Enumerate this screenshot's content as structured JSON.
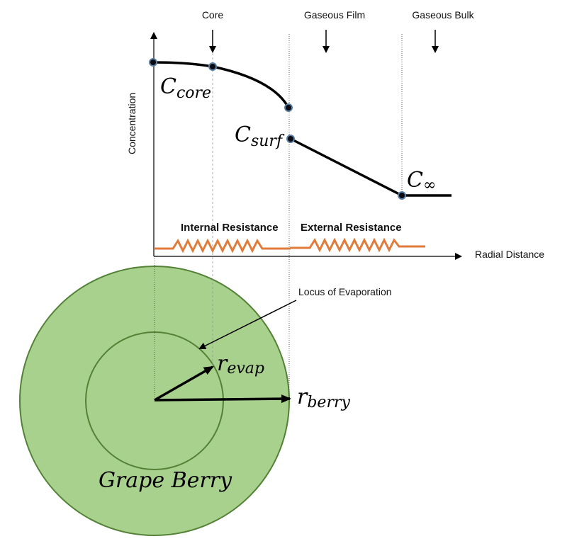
{
  "labels": {
    "core": "Core",
    "gaseous_film": "Gaseous Film",
    "gaseous_bulk": "Gaseous Bulk",
    "y_axis": "Concentration",
    "x_axis": "Radial Distance",
    "internal_resistance": "Internal Resistance",
    "external_resistance": "External Resistance",
    "locus": "Locus of Evaporation",
    "berry": "Grape Berry"
  },
  "math": {
    "c_core_base": "C",
    "c_core_sub": "core",
    "c_surf_base": "C",
    "c_surf_sub": "surf",
    "c_inf_base": "C",
    "c_inf_sub": "∞",
    "r_evap_base": "r",
    "r_evap_sub": "evap",
    "r_berry_base": "r",
    "r_berry_sub": "berry"
  },
  "colors": {
    "berry_fill": "#a9d18e",
    "berry_stroke": "#538135",
    "resistor": "#e07b39",
    "point_outline": "#5b7fa0"
  }
}
